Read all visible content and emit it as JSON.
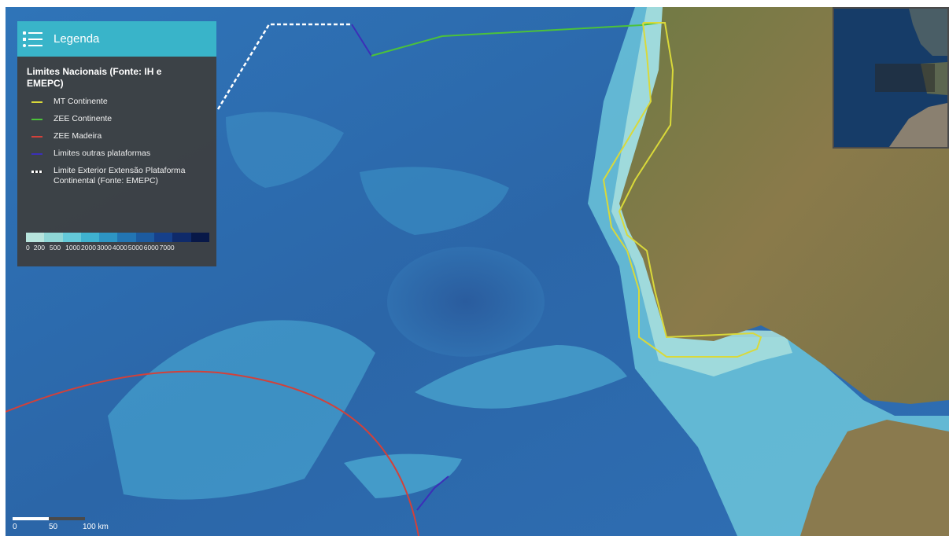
{
  "legend": {
    "title": "Legenda",
    "section_title": "Limites Nacionais (Fonte: IH e EMEPC)",
    "items": [
      {
        "label": "MT Continente",
        "color": "#d9d93a"
      },
      {
        "label": "ZEE Continente",
        "color": "#4cc23a"
      },
      {
        "label": "ZEE Madeira",
        "color": "#d2413a"
      },
      {
        "label": "Limites outras plataformas",
        "color": "#3b2fb8"
      },
      {
        "label": "Limite Exterior Extensão Plataforma Continental (Fonte: EMEPC)",
        "color": "#ffffff"
      }
    ],
    "depth_scale": {
      "labels": [
        "0",
        "200",
        "500",
        "1000",
        "2000",
        "3000",
        "4000",
        "5000",
        "6000",
        "7000"
      ],
      "colors": [
        "#b7e4dd",
        "#8fd6d6",
        "#64c9d9",
        "#3fb2d0",
        "#2d95c4",
        "#2275b3",
        "#1c5ba0",
        "#16408a",
        "#0f2a6a",
        "#081848"
      ]
    }
  },
  "scale_bar": {
    "labels": [
      "0",
      "50",
      "100 km"
    ]
  }
}
